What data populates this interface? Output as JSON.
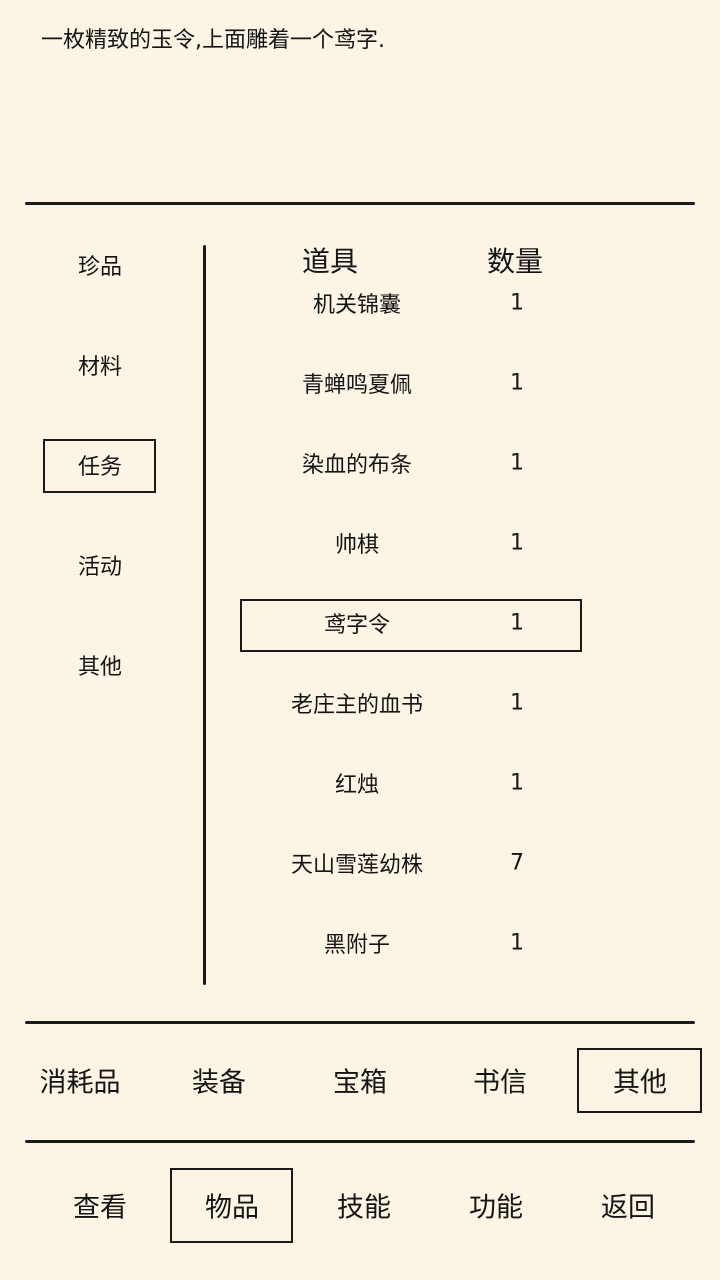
{
  "description": "一枚精致的玉令,上面雕着一个鸢字.",
  "categories": [
    "珍品",
    "材料",
    "任务",
    "活动",
    "其他"
  ],
  "selected_category": 2,
  "table": {
    "headers": [
      "道具",
      "数量"
    ],
    "rows": [
      {
        "name": "机关锦囊",
        "qty": "1"
      },
      {
        "name": "青蝉鸣夏佩",
        "qty": "1"
      },
      {
        "name": "染血的布条",
        "qty": "1"
      },
      {
        "name": "帅棋",
        "qty": "1"
      },
      {
        "name": "鸢字令",
        "qty": "1"
      },
      {
        "name": "老庄主的血书",
        "qty": "1"
      },
      {
        "name": "红烛",
        "qty": "1"
      },
      {
        "name": "天山雪莲幼株",
        "qty": "7"
      },
      {
        "name": "黑附子",
        "qty": "1"
      }
    ],
    "selected_row": 4
  },
  "item_tabs": [
    "消耗品",
    "装备",
    "宝箱",
    "书信",
    "其他"
  ],
  "selected_item_tab": 4,
  "bottom_nav": [
    "查看",
    "物品",
    "技能",
    "功能",
    "返回"
  ],
  "selected_nav": 1,
  "colors": {
    "background": "#fcf4e4",
    "ink": "#1a1a1a"
  }
}
